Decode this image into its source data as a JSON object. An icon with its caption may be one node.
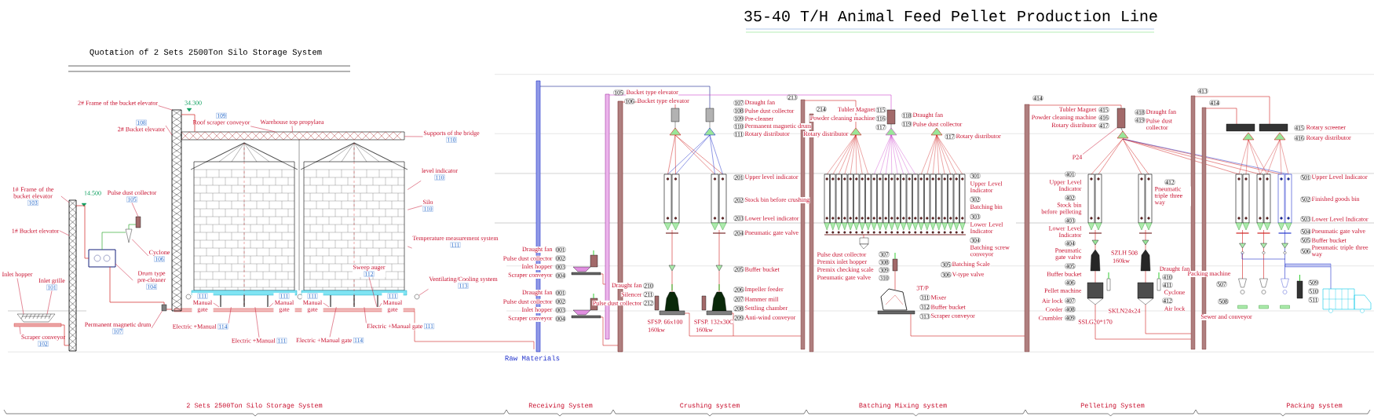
{
  "diagram": {
    "title": "35-40 T/H Animal Feed Pellet Production Line",
    "nodes": [
      {
        "text": [],
        "shape": "picture"
      },
      {
        "text": [],
        "shape": "picture"
      },
      {
        "text": [],
        "shape": "picture"
      },
      {
        "text": [],
        "shape": "picture"
      },
      {
        "text": [],
        "shape": "picture"
      },
      {
        "text": [],
        "shape": "circle"
      },
      {
        "text": [],
        "shape": "picture"
      },
      {
        "text": [
          "2# Frame of the bucket elevator"
        ]
      },
      {
        "text": [
          "108",
          "2# Bucket elevator"
        ]
      },
      {
        "text": [
          "109",
          "Roof scraper conveyor"
        ]
      },
      {
        "text": [
          "Warehouse top propylaea"
        ]
      },
      {
        "text": [
          "Supports of the bridge",
          "110"
        ]
      },
      {
        "text": [
          "level indicator",
          "110"
        ]
      },
      {
        "text": [
          "Silo",
          "110"
        ]
      },
      {
        "text": [
          "Temperature measurement system",
          "111"
        ]
      },
      {
        "text": [
          "Sweep auger",
          "112"
        ],
        "in": 4
      },
      {
        "text": [
          "Ventilating/Cooling system",
          "113"
        ]
      },
      {
        "text": [
          "1# Frame of the bucket elevator",
          "103"
        ]
      },
      {
        "text": [
          "1# Bucket elevator"
        ]
      },
      {
        "text": [
          "Pulse dust collector",
          "105"
        ]
      },
      {
        "text": [
          "Cyclone",
          "106"
        ]
      },
      {
        "text": [
          "Drum type pre-cleaner",
          "104"
        ]
      },
      {
        "text": [
          "Inlet hopper"
        ]
      },
      {
        "text": [
          "Inlet grille",
          "101"
        ]
      },
      {
        "text": [
          "Scraper conveyor",
          "102"
        ]
      },
      {
        "text": [
          "Permanent magnetic drum",
          "107"
        ]
      },
      {
        "text": [
          "111",
          "Manual gate"
        ]
      },
      {
        "text": [
          "111",
          "Manual gate"
        ]
      },
      {
        "text": [
          "111",
          "Manual gate"
        ]
      },
      {
        "text": [
          "111",
          "Manual gate"
        ]
      },
      {
        "text": [
          "Electric +Manual",
          "114"
        ]
      },
      {
        "text": [
          "Electric +Manual",
          "111"
        ]
      },
      {
        "text": [
          "Electric +Manual gate",
          "114"
        ]
      },
      {
        "text": [
          "Electric +Manual gate",
          "111"
        ]
      },
      {
        "text": [
          "P24"
        ]
      },
      {
        "text": [],
        "shape": "picture"
      },
      {
        "text": [],
        "shape": "picture"
      },
      {
        "text": [],
        "shape": "picture"
      },
      {
        "text": [],
        "shape": "picture"
      },
      {
        "text": [],
        "shape": "bar"
      },
      {
        "text": [],
        "shape": "box"
      }
    ],
    "edges": [
      {
        "from": 7,
        "to": 36,
        "arrow": "none"
      },
      {
        "from": 8,
        "to": 36,
        "arrow": "none"
      },
      {
        "from": 9,
        "to": 2,
        "arrow": "none"
      },
      {
        "from": 10,
        "to": 2,
        "arrow": "none"
      },
      {
        "from": 11,
        "to": 2,
        "arrow": "none"
      },
      {
        "from": 12,
        "to": 4,
        "arrow": "none"
      },
      {
        "from": 13,
        "to": 4,
        "arrow": "none"
      },
      {
        "from": 14,
        "to": 4,
        "arrow": "none"
      },
      {
        "from": 15,
        "to": 4,
        "arrow": "none"
      },
      {
        "from": 16,
        "to": 5,
        "arrow": "none"
      },
      {
        "from": 17,
        "to": 35,
        "arrow": "none"
      },
      {
        "from": 18,
        "to": 35,
        "arrow": "none"
      },
      {
        "from": 19,
        "to": 40,
        "arrow": "none"
      },
      {
        "from": 20,
        "to": 0,
        "arrow": "none"
      },
      {
        "from": 21,
        "to": 37,
        "arrow": "none"
      },
      {
        "from": 22,
        "to": 38,
        "arrow": "none"
      },
      {
        "from": 23,
        "to": 38,
        "arrow": "none"
      },
      {
        "from": 24,
        "to": 39,
        "arrow": "none"
      },
      {
        "from": 25,
        "to": 1,
        "arrow": "none"
      },
      {
        "from": 26,
        "to": 3,
        "arrow": "none"
      },
      {
        "from": 27,
        "to": 3,
        "arrow": "none"
      },
      {
        "from": 28,
        "to": 4,
        "arrow": "none"
      },
      {
        "from": 29,
        "to": 4,
        "arrow": "none"
      },
      {
        "from": 30,
        "to": 3,
        "arrow": "none"
      },
      {
        "from": 31,
        "to": 3,
        "arrow": "none"
      },
      {
        "from": 32,
        "to": 4,
        "arrow": "none"
      },
      {
        "from": 33,
        "to": 4,
        "arrow": "none"
      },
      {
        "from": 34,
        "to": 6,
        "arrow": "none"
      },
      {
        "from": 39,
        "to": 35,
        "arrow": "none",
        "color": "#d02020"
      },
      {
        "from": 35,
        "to": 37,
        "arrow": "none",
        "color": "#d02020"
      },
      {
        "from": 37,
        "to": 0,
        "arrow": "none",
        "color": "#33aa33"
      },
      {
        "from": 0,
        "to": 40,
        "arrow": "none",
        "color": "#33aa33"
      },
      {
        "from": 37,
        "to": 1,
        "arrow": "none",
        "color": "#d02020"
      },
      {
        "from": 1,
        "to": 36,
        "arrow": "none",
        "color": "#d02020"
      },
      {
        "from": 36,
        "to": 2,
        "arrow": "none",
        "color": "#d02020"
      }
    ],
    "labels": [
      "Quotation of 2 Sets 2500Ton Silo Storage System",
      "34.300",
      "14.500",
      "Draught fan",
      "001",
      "Pulse dust collector",
      "002",
      "Inlet hopper",
      "003",
      "Scraper conveyor",
      "004",
      "Draught fan",
      "001",
      "Pulse dust collector",
      "002",
      "Inlet hopper",
      "003",
      "Scraper conveyor",
      "004",
      "Raw Materials",
      "105",
      "Bucket type elevator",
      "106",
      "Bucket type elevator",
      "107",
      "Draught fan",
      "108",
      "Pulse dust collector",
      "109",
      "Pre-cleaner",
      "110",
      "Permanent magnetic drum",
      "111",
      "Rotary distributor",
      "201",
      "Upper level indicator",
      "202",
      "Stock bin before crushing",
      "203",
      "Lower level indicator",
      "204",
      "Pneumatic gate valve",
      "205",
      "Buffer bucket",
      "206",
      "Impeller feeder",
      "207",
      "Hammer mill",
      "208",
      "Settling chamber",
      "209",
      "Anti-wind conveyor",
      "Draught fan",
      "210",
      "Silencer",
      "211",
      "Pulse dust collector",
      "212",
      "SFSP. 66x100",
      "160kw",
      "SFSP. 132x30C",
      "160kw",
      "213",
      "214",
      "Tubler Magnet",
      "115",
      "Powder cleaning machine",
      "116",
      "Rotary distributor",
      "117",
      "118",
      "Draught fan",
      "119",
      "Pulse dust collector",
      "117",
      "Rotary distributor",
      "301",
      "Upper Level Indicator",
      "302",
      "Batching bin",
      "303",
      "Lower Level Indicator",
      "304",
      "Batching screw conveyor",
      "305",
      "Batching Scale",
      "306",
      "V-type valve",
      "Pulse dust collector",
      "Premix inlet hopper",
      "Premix checking scale",
      "Pneumatic gate valve",
      "307",
      "308",
      "309",
      "310",
      "3T/P",
      "311",
      "Mixer",
      "312",
      "Buffer bucket",
      "313",
      "Scraper conveyor",
      "414",
      "401",
      "Upper Level Indicator",
      "402",
      "Stock bin before pelleting",
      "403",
      "Lower Level Indicator",
      "404",
      "Pneumatic gate valve",
      "405",
      "Buffer bucket",
      "406",
      "Pellet machine",
      "Air lock",
      "407",
      "Cooler",
      "408",
      "Crumbler",
      "409",
      "Tubler Magnet",
      "415",
      "Powder cleaning machine",
      "416",
      "Rotary distributor",
      "417",
      "418",
      "Draught fan",
      "419",
      "Pulse dust collector",
      "412",
      "Pneumatic triple three way",
      "SZLH 508",
      "160kw",
      "Draught fan",
      "410",
      "411",
      "Cyclone",
      "412",
      "Air lock",
      "SKLN24x24",
      "SSLG20*170",
      "413",
      "414",
      "415",
      "Rotary screener",
      "416",
      "Rotary distributor",
      "501",
      "Upper Level Indicator",
      "502",
      "Finished goods bin",
      "503",
      "Lower Level Indicator",
      "504",
      "Pneumatic gate valve",
      "505",
      "Buffer bucket",
      "506",
      "Pneumatic triple three way",
      "Packing machine",
      "507",
      "508",
      "Sewer and conveyor",
      "509",
      "510",
      "511",
      "2 Sets 2500Ton Silo Storage System",
      "Receiving System",
      "Crushing system",
      "Batching Mixing system",
      "Pelleting System",
      "Packing system"
    ]
  }
}
